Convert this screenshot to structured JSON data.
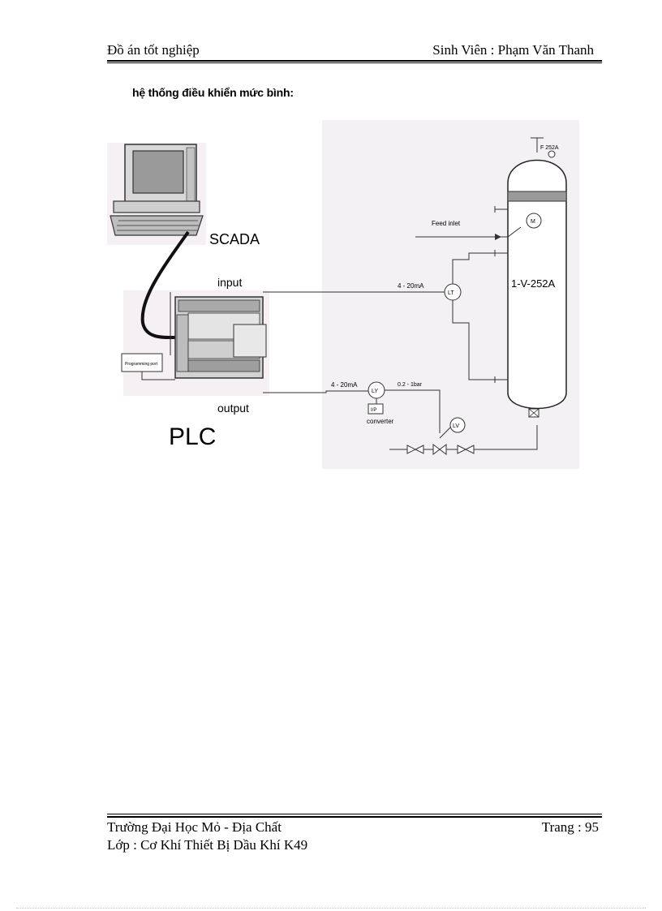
{
  "header": {
    "left": "Đồ án tốt nghiệp",
    "right": "Sinh Viên : Phạm Văn Thanh"
  },
  "section_title": "hệ thống điều khiển mức bình:",
  "figure": {
    "labels": {
      "scada": "SCADA",
      "plc": "PLC",
      "input": "input",
      "output": "output",
      "programming_port": "Programming port",
      "feed_inlet": "Feed inlet",
      "signal_in": "4 - 20mA",
      "signal_out": "4 - 20mA",
      "pressure": "0.2 - 1bar",
      "lt": "LT",
      "ly": "LY",
      "lv": "LV",
      "ip": "I/P",
      "converter": "converter",
      "vessel": "1-V-252A",
      "mixer": "M",
      "top_tag": "F 252A"
    }
  },
  "footer": {
    "school": "Trường Đại Học Mỏ - Địa Chất",
    "page": "Trang : 95",
    "class": "Lớp : Cơ Khí Thiết Bị Dầu Khí K49"
  }
}
